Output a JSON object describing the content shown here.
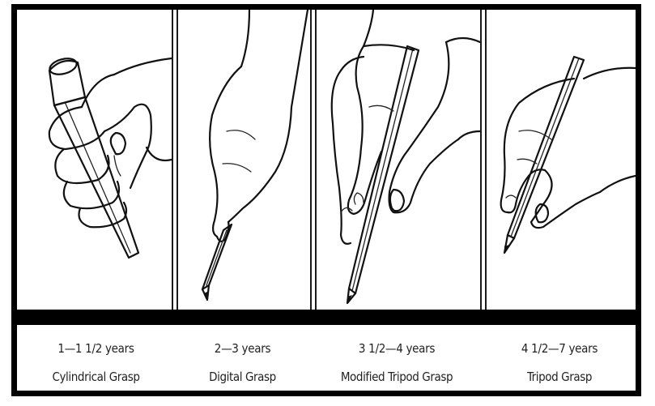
{
  "stages": [
    {
      "age": "1—1 1/2 years",
      "name": "Cylindrical Grasp",
      "illustration_icon": "cylindrical-grasp-hand-icon"
    },
    {
      "age": "2—3 years",
      "name": "Digital Grasp",
      "illustration_icon": "digital-grasp-hand-icon"
    },
    {
      "age": "3 1/2—4 years",
      "name": "Modified Tripod Grasp",
      "illustration_icon": "modified-tripod-grasp-hand-icon"
    },
    {
      "age": "4 1/2—7 years",
      "name": "Tripod Grasp",
      "illustration_icon": "tripod-grasp-hand-icon"
    }
  ],
  "colors": {
    "line_art": "#111111",
    "frame": "#000000",
    "background": "#ffffff",
    "caption_text": "#222222"
  }
}
